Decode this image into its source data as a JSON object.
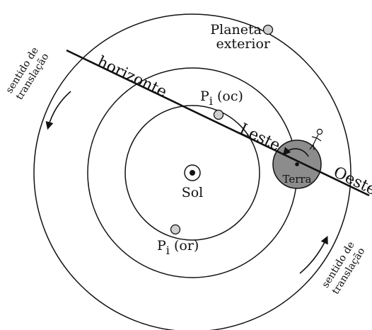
{
  "labels": {
    "horizon": "horizonte",
    "east": "Leste",
    "west": "Oeste",
    "earth": "Terra",
    "sun": "Sol",
    "outer_planet_line1": "Planeta",
    "outer_planet_line2": "exterior",
    "inner_planet_base": "P",
    "inner_planet_sub": "i",
    "inner_planet_setting_suffix": " (oc)",
    "inner_planet_rising_suffix": " (or)",
    "direction_line1": "sentido de",
    "direction_line2": "translação"
  },
  "colors": {
    "stroke": "#111111",
    "earth_fill": "#8c8c8c",
    "planet_fill": "#cfcfcf",
    "background": "#ffffff"
  }
}
